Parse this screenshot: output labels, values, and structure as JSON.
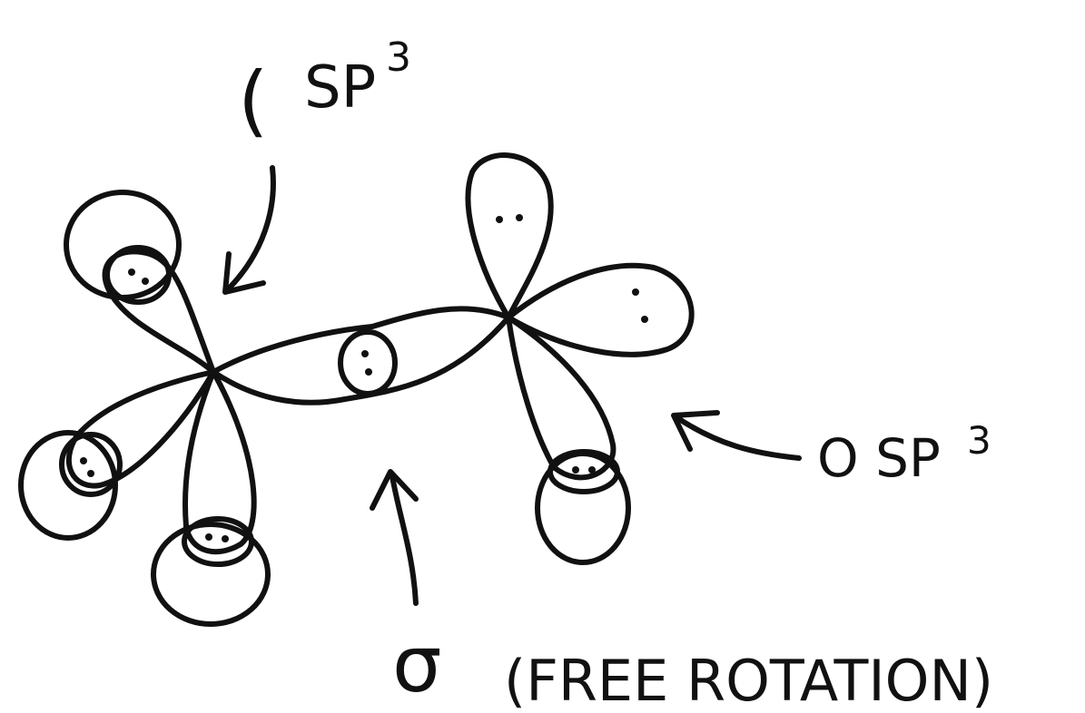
{
  "labels": {
    "c_atom_paren": "(",
    "c_atom_text": "SP",
    "c_atom_sup": "3",
    "o_atom_text": "O SP",
    "o_atom_sup": "3",
    "sigma_symbol": "σ",
    "sigma_note": "(FREE ROTATION)"
  },
  "colors": {
    "ink": "#111111",
    "paper": "#ffffff"
  }
}
